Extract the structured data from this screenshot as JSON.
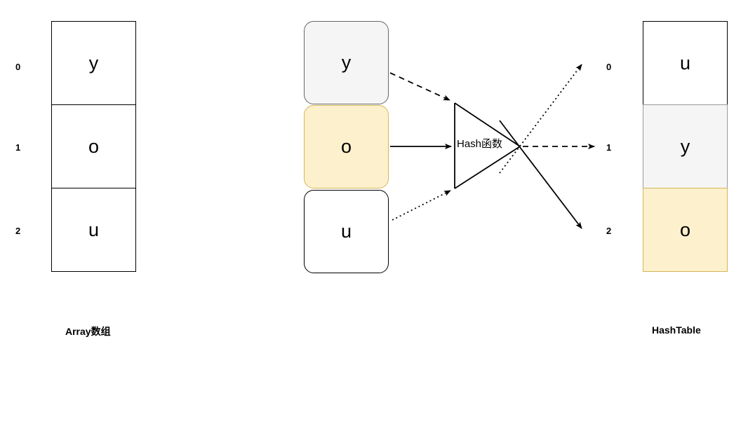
{
  "diagram": {
    "title_left": "Array数组",
    "title_right": "HashTable",
    "hash_function_label": "Hash函数"
  },
  "array_table": {
    "caption": "Array数组",
    "indices": [
      "0",
      "1",
      "2"
    ],
    "values": [
      "y",
      "o",
      "u"
    ],
    "cell_fill": "#ffffff",
    "cell_border": "#000000"
  },
  "input_boxes": [
    {
      "value": "y",
      "fill": "#f5f5f5",
      "border": "#666666",
      "arrow_style": "dashed"
    },
    {
      "value": "o",
      "fill": "#fdf0cd",
      "border": "#d6b656",
      "arrow_style": "solid"
    },
    {
      "value": "u",
      "fill": "#ffffff",
      "border": "#000000",
      "arrow_style": "dotted"
    }
  ],
  "hash_table": {
    "caption": "HashTable",
    "indices": [
      "0",
      "1",
      "2"
    ],
    "values": [
      "u",
      "y",
      "o"
    ],
    "fills": [
      "#ffffff",
      "#f5f5f5",
      "#fdf0cd"
    ],
    "borders": [
      "#000000",
      "#9a9a9a",
      "#d6b656"
    ]
  },
  "mapping": {
    "y_to_slot": "1",
    "o_to_slot": "2",
    "u_to_slot": "0"
  },
  "colors": {
    "stroke": "#000000",
    "gray_fill": "#f5f5f5",
    "gray_border": "#666666",
    "yellow_fill": "#fdf0cd",
    "yellow_border": "#d6b656",
    "white_fill": "#ffffff"
  }
}
